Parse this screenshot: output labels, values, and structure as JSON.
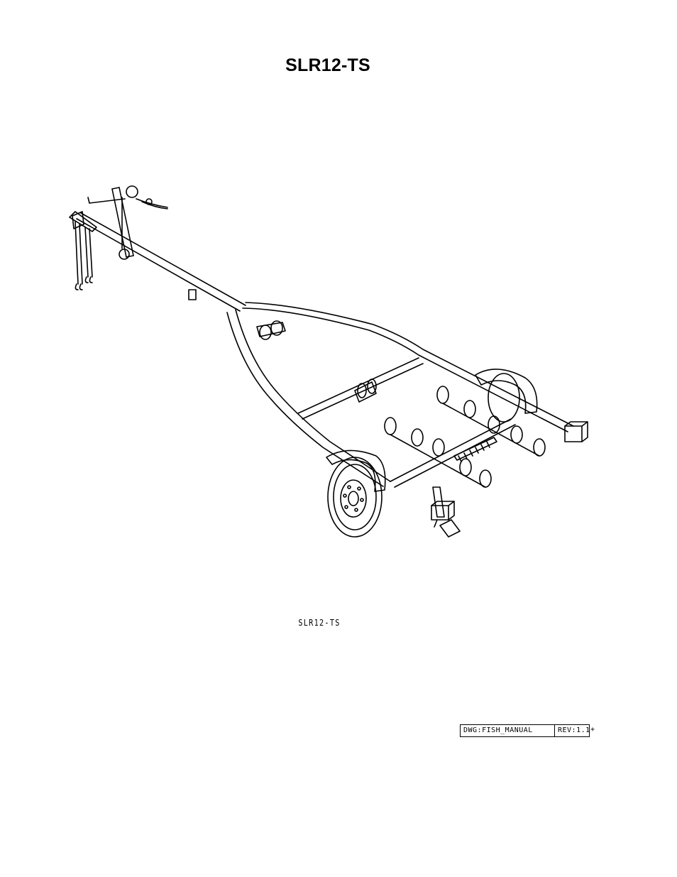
{
  "title": "SLR12-TS",
  "drawing": {
    "subject": "boat-trailer-isometric"
  },
  "caption": "SLR12-TS",
  "title_block": {
    "dwg": "DWG:FISH_MANUAL",
    "rev": "REV:1.1",
    "extra": "+"
  }
}
